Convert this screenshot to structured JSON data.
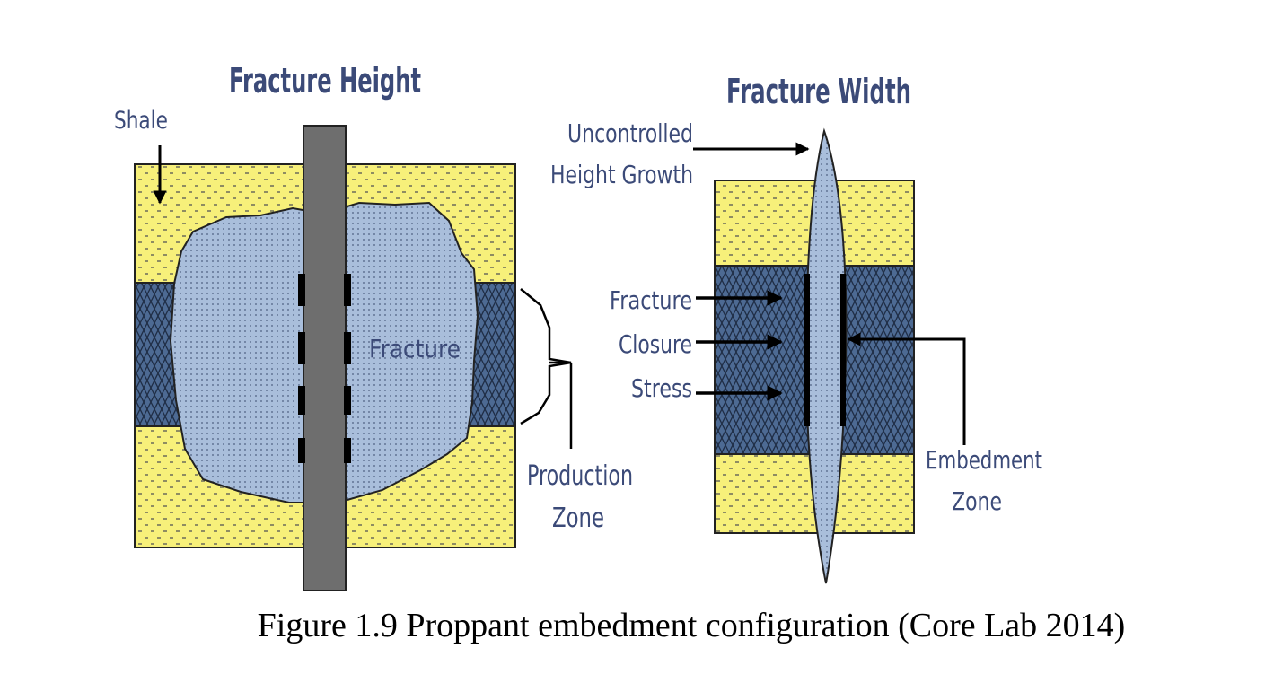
{
  "left_panel": {
    "title": "Fracture Height",
    "labels": {
      "shale": "Shale",
      "fracture": "Fracture",
      "production_zone_line1": "Production",
      "production_zone_line2": "Zone"
    }
  },
  "right_panel": {
    "title": "Fracture Width",
    "labels": {
      "uncontrolled_line1": "Uncontrolled",
      "uncontrolled_line2": "Height Growth",
      "stress_line1": "Fracture",
      "stress_line2": "Closure",
      "stress_line3": "Stress",
      "embedment_line1": "Embedment",
      "embedment_line2": "Zone"
    }
  },
  "caption": "Figure 1.9 Proppant embedment configuration (Core Lab 2014)",
  "colors": {
    "shale_yellow": "#f7f07a",
    "production_blue": "#4d6a93",
    "fracture_lightblue": "#a9bedb",
    "wellbore_gray": "#6e6e6e",
    "label_text": "#3b4a78"
  }
}
